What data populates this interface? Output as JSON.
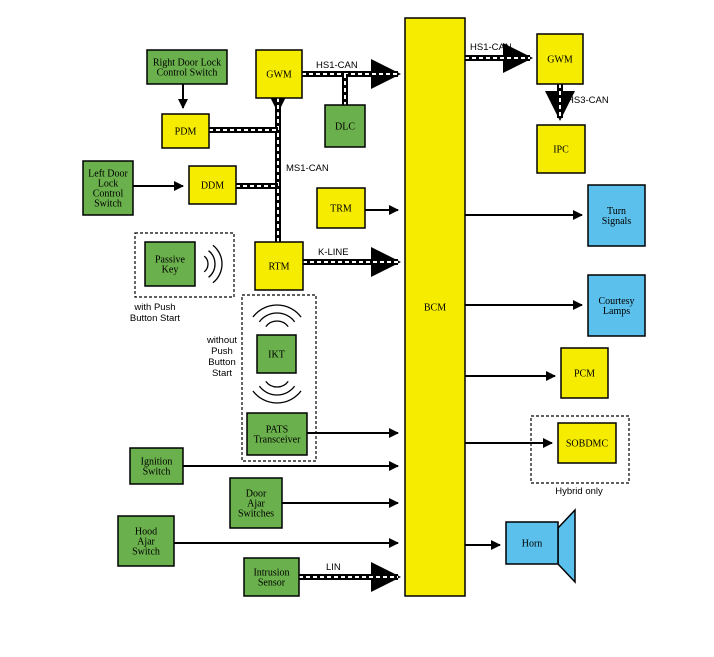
{
  "modules": {
    "right_door_lock_switch": [
      "Right Door Lock",
      "Control Switch"
    ],
    "gwm_left": [
      "GWM"
    ],
    "pdm": [
      "PDM"
    ],
    "dlc": [
      "DLC"
    ],
    "left_door_lock_switch": [
      "Left Door",
      "Lock",
      "Control",
      "Switch"
    ],
    "ddm": [
      "DDM"
    ],
    "trm": [
      "TRM"
    ],
    "passive_key": [
      "Passive",
      "Key"
    ],
    "rtm": [
      "RTM"
    ],
    "ikt": [
      "IKT"
    ],
    "pats": [
      "PATS",
      "Transceiver"
    ],
    "ignition_switch": [
      "Ignition",
      "Switch"
    ],
    "door_ajar": [
      "Door",
      "Ajar",
      "Switches"
    ],
    "hood_ajar": [
      "Hood",
      "Ajar",
      "Switch"
    ],
    "intrusion_sensor": [
      "Intrusion",
      "Sensor"
    ],
    "bcm": [
      "BCM"
    ],
    "gwm_right": [
      "GWM"
    ],
    "ipc": [
      "IPC"
    ],
    "turn_signals": [
      "Turn",
      "Signals"
    ],
    "courtesy_lamps": [
      "Courtesy",
      "Lamps"
    ],
    "pcm": [
      "PCM"
    ],
    "sobdmc": [
      "SOBDMC"
    ],
    "horn": [
      "Horn"
    ]
  },
  "bus_labels": {
    "hs1_can_left": "HS1-CAN",
    "hs1_can_right": "HS1-CAN",
    "hs3_can": "HS3-CAN",
    "ms1_can": "MS1-CAN",
    "k_line": "K-LINE",
    "lin": "LIN"
  },
  "notes": {
    "with_push_button": [
      "with Push",
      "Button Start"
    ],
    "without_push_button": [
      "without",
      "Push",
      "Button",
      "Start"
    ],
    "hybrid_only": [
      "Hybrid only"
    ]
  },
  "colors": {
    "switch_green": "#6ab04c",
    "module_yellow": "#f5ec00",
    "output_blue": "#5bc0eb",
    "outline": "#000000"
  }
}
